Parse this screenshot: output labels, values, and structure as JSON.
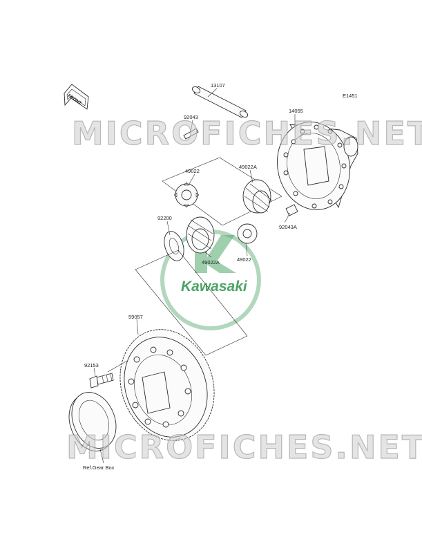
{
  "diagram_code": "E1451",
  "front_tag": "FRONT",
  "brand_name": "Kawasaki",
  "watermark_text": "MICROFICHES.NET",
  "parts": {
    "p13107": "13107",
    "p92043": "92043",
    "p14055": "14055",
    "p49022_top": "49022",
    "p49022A_top": "49022A",
    "p92200": "92200",
    "p92043A": "92043A",
    "p49022A_bottom": "49022A",
    "p49022_bottom": "49022",
    "p59057": "59057",
    "p92153": "92153"
  },
  "reference_note": "Ref.Gear Box",
  "colors": {
    "line": "#2b2b2b",
    "part_fill": "#fbfbfb",
    "brand_green": "#1a8a3a",
    "watermark": "#c8c8c8"
  }
}
